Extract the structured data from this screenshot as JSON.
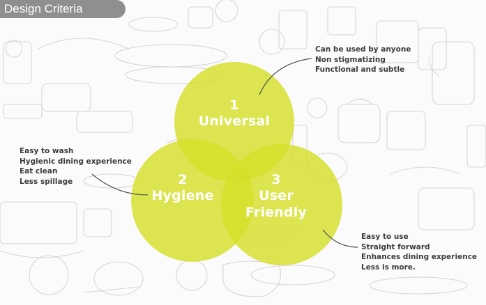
{
  "header": {
    "title": "Design Criteria"
  },
  "colors": {
    "circle_fill": "#d4df2a",
    "header_bg": "#8f8f8f",
    "note_text": "#3c3c3c",
    "connector": "#555555"
  },
  "circles": [
    {
      "number": "1",
      "name": "Universal",
      "notes": [
        "Can be used by anyone",
        "Non stigmatizing",
        "Functional and subtle"
      ]
    },
    {
      "number": "2",
      "name": "Hygiene",
      "notes": [
        "Easy to wash",
        "Hygienic dining experience",
        "Eat clean",
        "Less spillage"
      ]
    },
    {
      "number": "3",
      "name_line1": "User",
      "name_line2": "Friendly",
      "notes": [
        "Easy to use",
        "Straight forward",
        "Enhances dining experience",
        "Less is more."
      ]
    }
  ]
}
